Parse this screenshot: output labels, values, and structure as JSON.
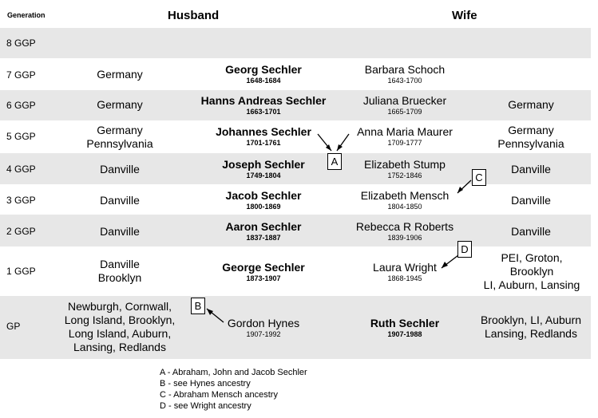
{
  "headers": {
    "generation": "Generation",
    "husband": "Husband",
    "wife": "Wife"
  },
  "rows": [
    {
      "gen": "8 GGP"
    },
    {
      "gen": "7 GGP",
      "h_place": "Germany",
      "husband": {
        "name": "Georg Sechler",
        "dates": "1648-1684"
      },
      "wife": {
        "name": "Barbara Schoch",
        "dates": "1643-1700"
      }
    },
    {
      "gen": "6 GGP",
      "h_place": "Germany",
      "husband": {
        "name": "Hanns Andreas Sechler",
        "dates": "1663-1701"
      },
      "wife": {
        "name": "Juliana Bruecker",
        "dates": "1665-1709"
      },
      "w_place": "Germany"
    },
    {
      "gen": "5 GGP",
      "h_place_1": "Germany",
      "h_place_2": "Pennsylvania",
      "husband": {
        "name": "Johannes Sechler",
        "dates": "1701-1761"
      },
      "wife": {
        "name": "Anna Maria Maurer",
        "dates": "1709-1777"
      },
      "w_place_1": "Germany",
      "w_place_2": "Pennsylvania"
    },
    {
      "gen": "4 GGP",
      "h_place": "Danville",
      "husband": {
        "name": "Joseph Sechler",
        "dates": "1749-1804"
      },
      "wife": {
        "name": "Elizabeth Stump",
        "dates": "1752-1846"
      },
      "w_place": "Danville"
    },
    {
      "gen": "3 GGP",
      "h_place": "Danville",
      "husband": {
        "name": "Jacob Sechler",
        "dates": "1800-1869"
      },
      "wife": {
        "name": "Elizabeth Mensch",
        "dates": "1804-1850"
      },
      "w_place": "Danville"
    },
    {
      "gen": "2 GGP",
      "h_place": "Danville",
      "husband": {
        "name": "Aaron Sechler",
        "dates": "1837-1887"
      },
      "wife": {
        "name": "Rebecca R Roberts",
        "dates": "1839-1906"
      },
      "w_place": "Danville"
    },
    {
      "gen": "1 GGP",
      "h_place_1": "Danville",
      "h_place_2": "Brooklyn",
      "husband": {
        "name": "George Sechler",
        "dates": "1873-1907"
      },
      "wife": {
        "name": "Laura Wright",
        "dates": "1868-1945"
      },
      "w_place_1": "PEI, Groton,",
      "w_place_2": "Brooklyn",
      "w_place_3": "LI, Auburn, Lansing"
    },
    {
      "gen": "GP",
      "h_place_1": "Newburgh, Cornwall,",
      "h_place_2": "Long Island, Brooklyn,",
      "h_place_3": "Long Island, Auburn,",
      "h_place_4": "Lansing, Redlands",
      "husband": {
        "name": "Gordon Hynes",
        "dates": "1907-1992"
      },
      "wife": {
        "name": "Ruth Sechler",
        "dates": "1907-1988"
      },
      "w_place_1": "Brooklyn, LI, Auburn",
      "w_place_2": "Lansing, Redlands"
    }
  ],
  "markers": {
    "a": "A",
    "b": "B",
    "c": "C",
    "d": "D"
  },
  "notes": [
    "A - Abraham, John and Jacob Sechler",
    "B - see Hynes ancestry",
    "C - Abraham Mensch ancestry",
    "D - see Wright ancestry"
  ]
}
